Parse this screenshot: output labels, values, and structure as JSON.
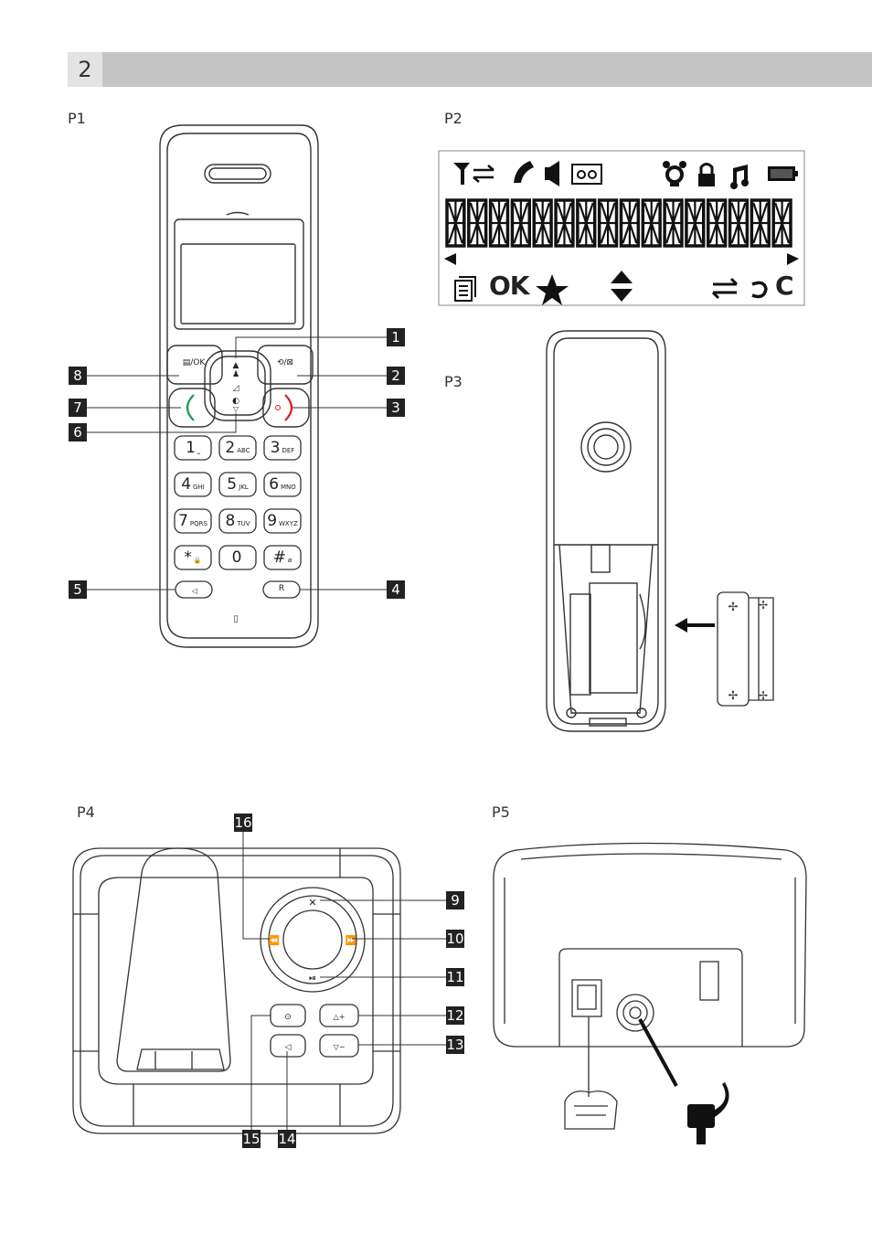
{
  "page": {
    "number": "2"
  },
  "panels": {
    "p1": "P1",
    "p2": "P2",
    "p3": "P3",
    "p4": "P4",
    "p5": "P5"
  },
  "p1_callouts": [
    "1",
    "2",
    "3",
    "4",
    "5",
    "6",
    "7",
    "8"
  ],
  "p4_callouts": [
    "9",
    "10",
    "11",
    "12",
    "13",
    "14",
    "15",
    "16"
  ],
  "handset": {
    "softkey_left": "▤/OK",
    "softkey_right": "⟲/⊠",
    "keys": [
      {
        "digit": "1",
        "sub": "⎵"
      },
      {
        "digit": "2",
        "sub": "ABC"
      },
      {
        "digit": "3",
        "sub": "DEF"
      },
      {
        "digit": "4",
        "sub": "GHI"
      },
      {
        "digit": "5",
        "sub": "JKL"
      },
      {
        "digit": "6",
        "sub": "MNO"
      },
      {
        "digit": "7",
        "sub": "PQRS"
      },
      {
        "digit": "8",
        "sub": "TUV"
      },
      {
        "digit": "9",
        "sub": "WXYZ"
      },
      {
        "digit": "*",
        "sub": "🔒"
      },
      {
        "digit": "0",
        "sub": ""
      },
      {
        "digit": "#",
        "sub": "ø"
      }
    ],
    "intercom_key": "R"
  },
  "lcd": {
    "softkeys": {
      "ok": "OK",
      "clear": "C"
    },
    "segments": "8888888888888888"
  },
  "icons": {
    "antenna": "antenna-icon",
    "phone": "phone-icon",
    "speaker": "speaker-icon",
    "tape": "tape-icon",
    "alarm": "alarm-icon",
    "lock": "lock-icon",
    "music": "music-icon",
    "battery": "battery-icon"
  }
}
